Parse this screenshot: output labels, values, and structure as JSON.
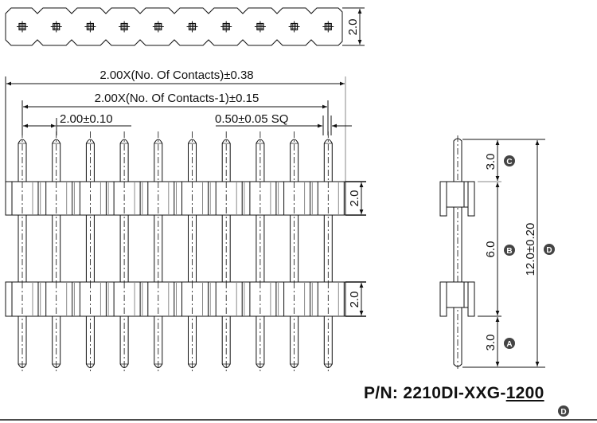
{
  "top_view": {
    "contact_count": 10,
    "height_label": "2.0"
  },
  "front_view": {
    "dims": {
      "overall_length": "2.00X(No. Of Contacts)±0.38",
      "pin_span": "2.00X(No. Of Contacts-1)±0.15",
      "pitch": "2.00±0.10",
      "pin_size": "0.50±0.05 SQ"
    },
    "upper_insulator_height": "2.0",
    "lower_insulator_height": "2.0"
  },
  "side_view": {
    "dim_c": "3.0",
    "dim_b": "6.0",
    "dim_a": "3.0",
    "dim_d": "12.0±0.20",
    "markers": [
      "C",
      "B",
      "A",
      "D"
    ]
  },
  "part_number": {
    "prefix": "P/N: 2210DI-XXG-",
    "variable": "1200",
    "variable_marker": "D"
  }
}
